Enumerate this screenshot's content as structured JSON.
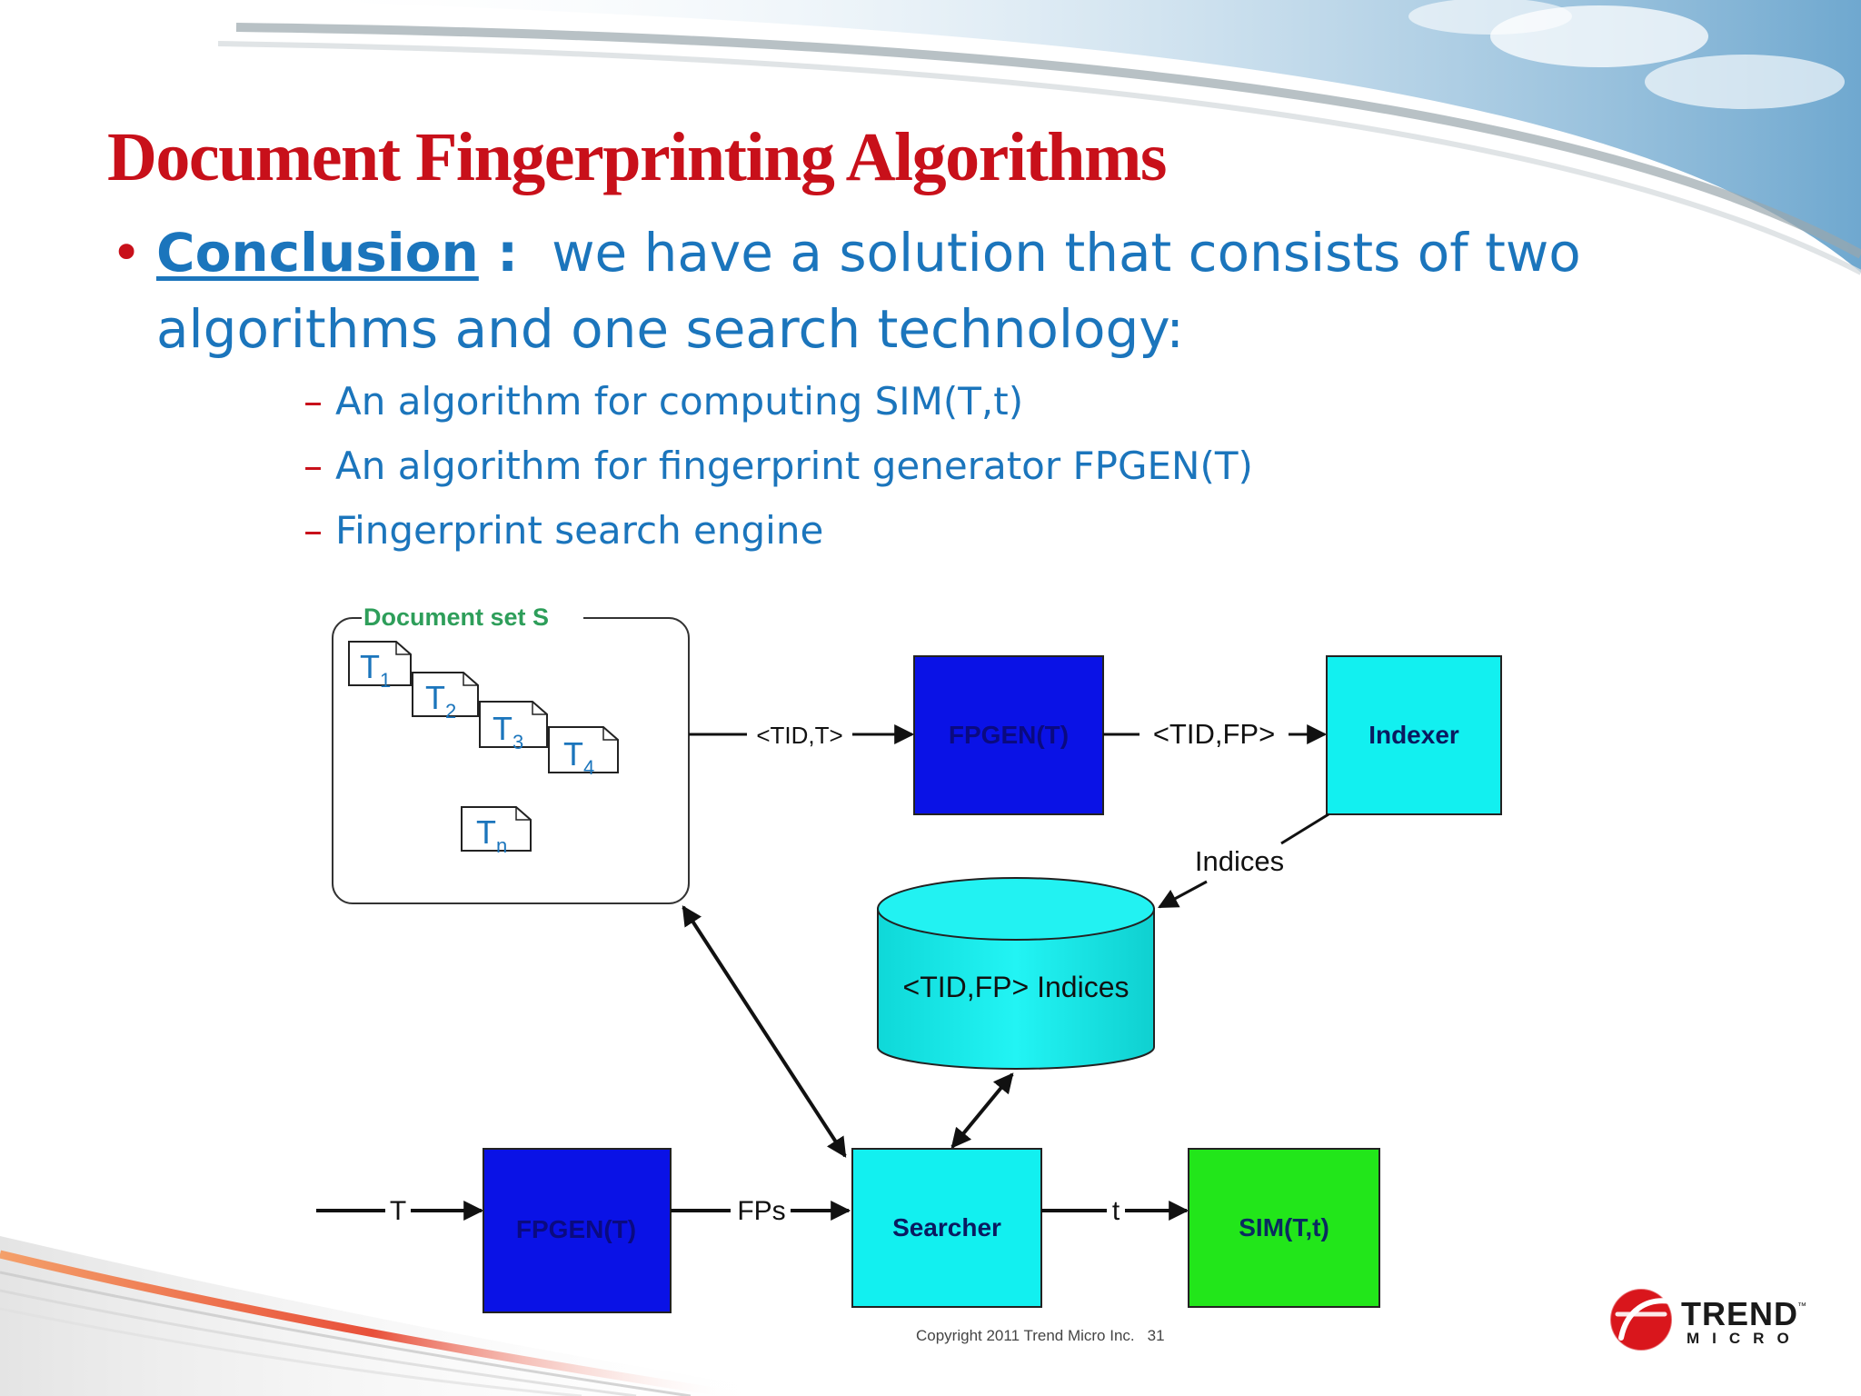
{
  "slide": {
    "title": "Document Fingerprinting Algorithms",
    "bullet": {
      "keyword": "Conclusion",
      "separator": " :",
      "text": "we have a solution that consists of  two algorithms and  one search technology:"
    },
    "sub_items": [
      "An algorithm for computing  SIM(T,t)",
      "An algorithm for fingerprint generator FPGEN(T)",
      "Fingerprint search engine"
    ],
    "sub_item_marker": "–",
    "footer": {
      "copyright": "Copyright 2011   Trend Micro Inc.",
      "page_number": "31"
    },
    "logo": {
      "line1": "TREND",
      "line2": "MICRO",
      "mark": "™",
      "icon": "trend-micro-logo-icon"
    }
  },
  "diagram": {
    "document_set_label": "Document set S",
    "documents": [
      {
        "base": "T",
        "sub": "1"
      },
      {
        "base": "T",
        "sub": "2"
      },
      {
        "base": "T",
        "sub": "3"
      },
      {
        "base": "T",
        "sub": "4"
      },
      {
        "base": "T",
        "sub": "n"
      }
    ],
    "nodes": {
      "fpgen_top": "FPGEN(T)",
      "indexer": "Indexer",
      "indices_db": "<TID,FP> Indices",
      "fpgen_bottom": "FPGEN(T)",
      "searcher": "Searcher",
      "sim": "SIM(T,t)"
    },
    "edge_labels": {
      "tid_t": "<TID,T>",
      "tid_fp": "<TID,FP>",
      "indices": "Indices",
      "t_input": "T",
      "fps": "FPs",
      "t_output": "t"
    },
    "colors": {
      "fpgen": "#0a12e6",
      "indexer": "#12f0f0",
      "searcher": "#12f0f0",
      "database": "#12f0f0",
      "sim": "#22e61a",
      "doc_set_label": "#2e9e5a",
      "doc_text": "#1b75bc"
    }
  }
}
